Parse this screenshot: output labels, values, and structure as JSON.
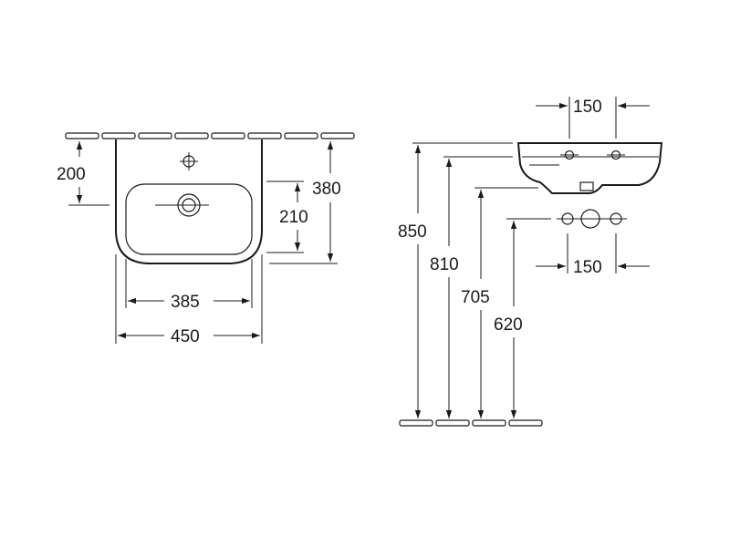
{
  "front_view": {
    "height_tap_hole": "200",
    "height_basin_inner": "210",
    "depth_total": "380",
    "width_inner": "385",
    "width_total": "450"
  },
  "side_view": {
    "height_top": "850",
    "height_rim": "810",
    "height_bowl_bottom": "705",
    "height_waste": "620",
    "tap_spacing_top": "150",
    "waste_spacing": "150"
  }
}
